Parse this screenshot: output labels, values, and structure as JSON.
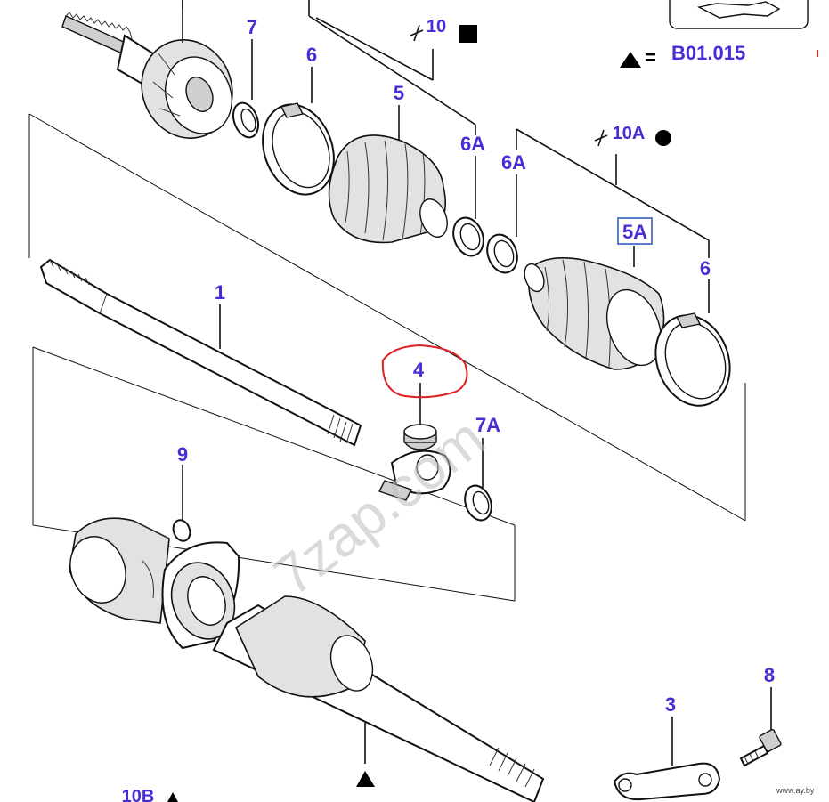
{
  "callouts": {
    "c7": "7",
    "c6_top": "6",
    "c10": "10",
    "c5": "5",
    "c6a_1": "6A",
    "c6a_2": "6A",
    "c10a": "10A",
    "c5a": "5A",
    "c6_right": "6",
    "c1": "1",
    "c4": "4",
    "c7a": "7A",
    "c9": "9",
    "c8": "8",
    "c3": "3",
    "c10b": "10B"
  },
  "legend": {
    "equals": "=",
    "reference": "B01.015"
  },
  "watermark": "7zap.com",
  "site_mark": "www.ay.by",
  "colors": {
    "callout": "#4b2bd6",
    "highlight_circle": "#e02020",
    "box_5a": "#5a7fd0"
  }
}
